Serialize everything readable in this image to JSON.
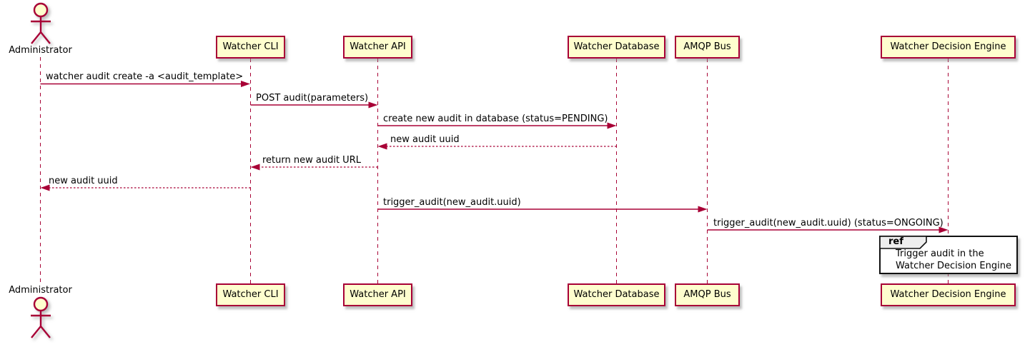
{
  "diagram": {
    "type": "sequence-diagram",
    "background": "#FFFFFF",
    "actor": {
      "label": "Administrator"
    },
    "participants": [
      {
        "label": "Watcher CLI"
      },
      {
        "label": "Watcher API"
      },
      {
        "label": "Watcher Database"
      },
      {
        "label": "AMQP Bus"
      },
      {
        "label": "Watcher Decision Engine"
      }
    ],
    "messages": [
      {
        "from": "Administrator",
        "to": "Watcher CLI",
        "line": "solid",
        "label": "watcher audit create -a <audit_template>"
      },
      {
        "from": "Watcher CLI",
        "to": "Watcher API",
        "line": "solid",
        "label": "POST audit(parameters)"
      },
      {
        "from": "Watcher API",
        "to": "Watcher Database",
        "line": "solid",
        "label": "create new audit in database (status=PENDING)"
      },
      {
        "from": "Watcher Database",
        "to": "Watcher API",
        "line": "dotted",
        "label": "new audit uuid"
      },
      {
        "from": "Watcher API",
        "to": "Watcher CLI",
        "line": "dotted",
        "label": "return new audit URL"
      },
      {
        "from": "Watcher CLI",
        "to": "Administrator",
        "line": "dotted",
        "label": "new audit uuid"
      },
      {
        "from": "Watcher API",
        "to": "AMQP Bus",
        "line": "solid",
        "label": "trigger_audit(new_audit.uuid)"
      },
      {
        "from": "AMQP Bus",
        "to": "Watcher Decision Engine",
        "line": "solid",
        "label": "trigger_audit(new_audit.uuid) (status=ONGOING)"
      }
    ],
    "ref_fragment": {
      "keyword": "ref",
      "over": "Watcher Decision Engine",
      "line1": "Trigger audit in the",
      "line2": "Watcher Decision Engine"
    },
    "colors": {
      "accent": "#A80036",
      "participant_fill": "#FEFECE",
      "ref_tab_fill": "#EEEEEE",
      "ref_border": "#111111",
      "text": "#000000"
    }
  }
}
